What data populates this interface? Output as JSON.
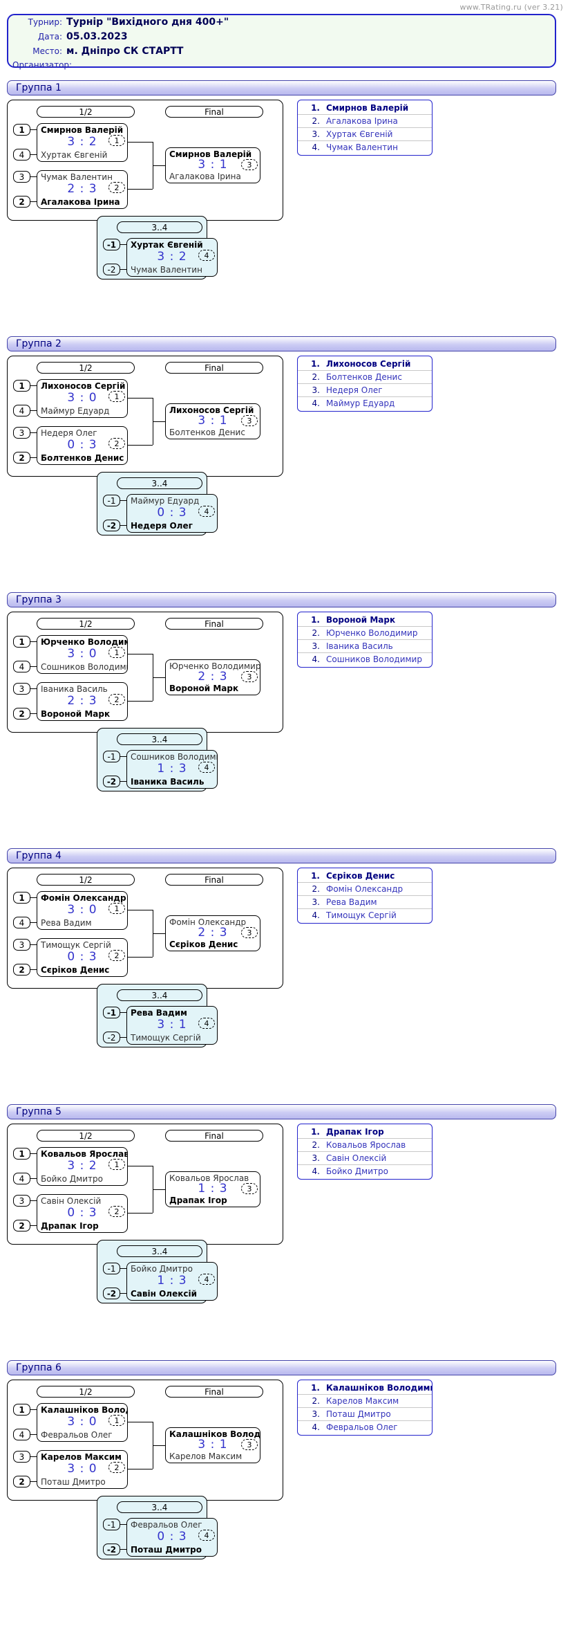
{
  "watermark": "www.TRating.ru (ver 3.21)",
  "info": {
    "tournament_label": "Турнир:",
    "tournament_value": "Турнір \"Вихідного дня 400+\"",
    "date_label": "Дата:",
    "date_value": "05.03.2023",
    "place_label": "Место:",
    "place_value": "м. Дніпро СК СТАРТТ",
    "organizer_label": "Организатор:",
    "organizer_value": ""
  },
  "labels": {
    "semifinal": "1/2",
    "final": "Final",
    "third_place": "3..4"
  },
  "groups": [
    {
      "title": "Группа 1",
      "semifinals": [
        {
          "seed_top": "1",
          "seed_bottom": "4",
          "top": "Смирнов Валерій",
          "bottom": "Хуртак Євгеній",
          "score": "3 : 2",
          "match_no": "1",
          "winner": "top"
        },
        {
          "seed_top": "3",
          "seed_bottom": "2",
          "top": "Чумак Валентин",
          "bottom": "Агалакова Ірина",
          "score": "2 : 3",
          "match_no": "2",
          "winner": "bottom"
        }
      ],
      "final": {
        "top": "Смирнов Валерій",
        "bottom": "Агалакова Ірина",
        "score": "3 : 1",
        "match_no": "3",
        "winner": "top"
      },
      "third": {
        "seed_top": "-1",
        "seed_bottom": "-2",
        "top": "Хуртак Євгеній",
        "bottom": "Чумак Валентин",
        "score": "3 : 2",
        "match_no": "4",
        "winner": "top"
      },
      "standings": [
        {
          "rank": "1.",
          "name": "Смирнов Валерій"
        },
        {
          "rank": "2.",
          "name": "Агалакова Ірина"
        },
        {
          "rank": "3.",
          "name": "Хуртак Євгеній"
        },
        {
          "rank": "4.",
          "name": "Чумак Валентин"
        }
      ]
    },
    {
      "title": "Группа 2",
      "semifinals": [
        {
          "seed_top": "1",
          "seed_bottom": "4",
          "top": "Лихоносов Сергій",
          "bottom": "Маймур Едуард",
          "score": "3 : 0",
          "match_no": "1",
          "winner": "top"
        },
        {
          "seed_top": "3",
          "seed_bottom": "2",
          "top": "Недеря Олег",
          "bottom": "Болтенков Денис",
          "score": "0 : 3",
          "match_no": "2",
          "winner": "bottom"
        }
      ],
      "final": {
        "top": "Лихоносов Сергій",
        "bottom": "Болтенков Денис",
        "score": "3 : 1",
        "match_no": "3",
        "winner": "top"
      },
      "third": {
        "seed_top": "-1",
        "seed_bottom": "-2",
        "top": "Маймур Едуард",
        "bottom": "Недеря Олег",
        "score": "0 : 3",
        "match_no": "4",
        "winner": "bottom"
      },
      "standings": [
        {
          "rank": "1.",
          "name": "Лихоносов Сергій"
        },
        {
          "rank": "2.",
          "name": "Болтенков Денис"
        },
        {
          "rank": "3.",
          "name": "Недеря Олег"
        },
        {
          "rank": "4.",
          "name": "Маймур Едуард"
        }
      ]
    },
    {
      "title": "Группа 3",
      "semifinals": [
        {
          "seed_top": "1",
          "seed_bottom": "4",
          "top": "Юрченко Володимир",
          "bottom": "Сошников Володимир",
          "score": "3 : 0",
          "match_no": "1",
          "winner": "top"
        },
        {
          "seed_top": "3",
          "seed_bottom": "2",
          "top": "Іваника Василь",
          "bottom": "Вороной Марк",
          "score": "2 : 3",
          "match_no": "2",
          "winner": "bottom"
        }
      ],
      "final": {
        "top": "Юрченко Володимир",
        "bottom": "Вороной Марк",
        "score": "2 : 3",
        "match_no": "3",
        "winner": "bottom"
      },
      "third": {
        "seed_top": "-1",
        "seed_bottom": "-2",
        "top": "Сошников Володимир",
        "bottom": "Іваника Василь",
        "score": "1 : 3",
        "match_no": "4",
        "winner": "bottom"
      },
      "standings": [
        {
          "rank": "1.",
          "name": "Вороной Марк"
        },
        {
          "rank": "2.",
          "name": "Юрченко Володимир"
        },
        {
          "rank": "3.",
          "name": "Іваника Василь"
        },
        {
          "rank": "4.",
          "name": "Сошников Володимир"
        }
      ]
    },
    {
      "title": "Группа 4",
      "semifinals": [
        {
          "seed_top": "1",
          "seed_bottom": "4",
          "top": "Фомін Олександр",
          "bottom": "Рева Вадим",
          "score": "3 : 0",
          "match_no": "1",
          "winner": "top"
        },
        {
          "seed_top": "3",
          "seed_bottom": "2",
          "top": "Тимощук Сергій",
          "bottom": "Сєріков Денис",
          "score": "0 : 3",
          "match_no": "2",
          "winner": "bottom"
        }
      ],
      "final": {
        "top": "Фомін Олександр",
        "bottom": "Сєріков Денис",
        "score": "2 : 3",
        "match_no": "3",
        "winner": "bottom"
      },
      "third": {
        "seed_top": "-1",
        "seed_bottom": "-2",
        "top": "Рева Вадим",
        "bottom": "Тимощук Сергій",
        "score": "3 : 1",
        "match_no": "4",
        "winner": "top"
      },
      "standings": [
        {
          "rank": "1.",
          "name": "Сєріков Денис"
        },
        {
          "rank": "2.",
          "name": "Фомін Олександр"
        },
        {
          "rank": "3.",
          "name": "Рева Вадим"
        },
        {
          "rank": "4.",
          "name": "Тимощук Сергій"
        }
      ]
    },
    {
      "title": "Группа 5",
      "semifinals": [
        {
          "seed_top": "1",
          "seed_bottom": "4",
          "top": "Ковальов Ярослав",
          "bottom": "Бойко Дмитро",
          "score": "3 : 2",
          "match_no": "1",
          "winner": "top"
        },
        {
          "seed_top": "3",
          "seed_bottom": "2",
          "top": "Савін Олексій",
          "bottom": "Драпак Ігор",
          "score": "0 : 3",
          "match_no": "2",
          "winner": "bottom"
        }
      ],
      "final": {
        "top": "Ковальов Ярослав",
        "bottom": "Драпак Ігор",
        "score": "1 : 3",
        "match_no": "3",
        "winner": "bottom"
      },
      "third": {
        "seed_top": "-1",
        "seed_bottom": "-2",
        "top": "Бойко Дмитро",
        "bottom": "Савін Олексій",
        "score": "1 : 3",
        "match_no": "4",
        "winner": "bottom"
      },
      "standings": [
        {
          "rank": "1.",
          "name": "Драпак Ігор"
        },
        {
          "rank": "2.",
          "name": "Ковальов Ярослав"
        },
        {
          "rank": "3.",
          "name": "Савін Олексій"
        },
        {
          "rank": "4.",
          "name": "Бойко Дмитро"
        }
      ]
    },
    {
      "title": "Группа 6",
      "semifinals": [
        {
          "seed_top": "1",
          "seed_bottom": "4",
          "top": "Калашніков Володимир",
          "bottom": "Февральов Олег",
          "score": "3 : 0",
          "match_no": "1",
          "winner": "top"
        },
        {
          "seed_top": "3",
          "seed_bottom": "2",
          "top": "Карелов Максим",
          "bottom": "Поташ Дмитро",
          "score": "3 : 0",
          "match_no": "2",
          "winner": "top"
        }
      ],
      "final": {
        "top": "Калашніков Володимир",
        "bottom": "Карелов Максим",
        "score": "3 : 1",
        "match_no": "3",
        "winner": "top"
      },
      "third": {
        "seed_top": "-1",
        "seed_bottom": "-2",
        "top": "Февральов Олег",
        "bottom": "Поташ Дмитро",
        "score": "0 : 3",
        "match_no": "4",
        "winner": "bottom"
      },
      "standings": [
        {
          "rank": "1.",
          "name": "Калашніков Володимир"
        },
        {
          "rank": "2.",
          "name": "Карелов Максим"
        },
        {
          "rank": "3.",
          "name": "Поташ Дмитро"
        },
        {
          "rank": "4.",
          "name": "Февральов Олег"
        }
      ]
    }
  ]
}
